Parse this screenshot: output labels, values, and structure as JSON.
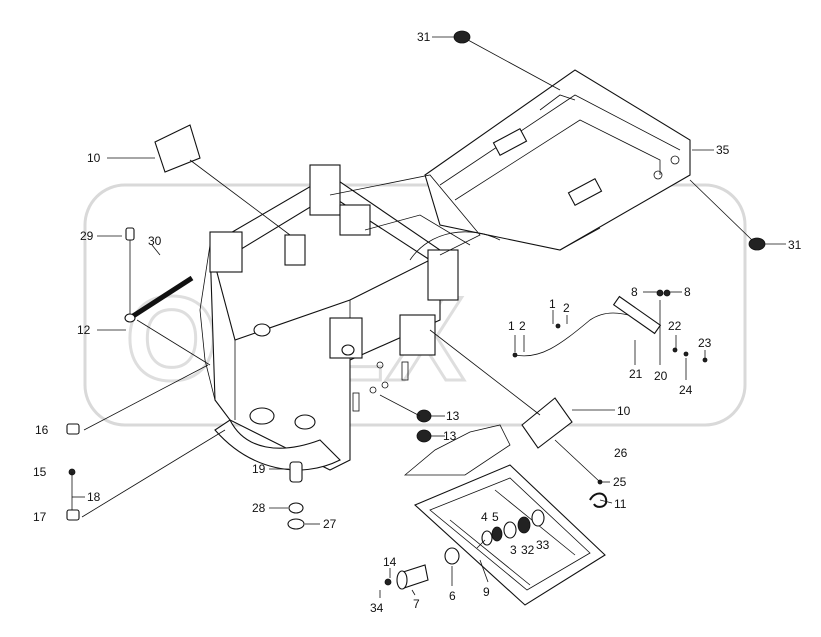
{
  "watermark_text": "OREX",
  "callouts": [
    {
      "id": "c31a",
      "label": "31"
    },
    {
      "id": "c31b",
      "label": "31"
    },
    {
      "id": "c35",
      "label": "35"
    },
    {
      "id": "c10a",
      "label": "10"
    },
    {
      "id": "c10b",
      "label": "10"
    },
    {
      "id": "c29",
      "label": "29"
    },
    {
      "id": "c30",
      "label": "30"
    },
    {
      "id": "c12",
      "label": "12"
    },
    {
      "id": "c16",
      "label": "16"
    },
    {
      "id": "c15",
      "label": "15"
    },
    {
      "id": "c18",
      "label": "18"
    },
    {
      "id": "c17",
      "label": "17"
    },
    {
      "id": "c19",
      "label": "19"
    },
    {
      "id": "c28",
      "label": "28"
    },
    {
      "id": "c27",
      "label": "27"
    },
    {
      "id": "c13a",
      "label": "13"
    },
    {
      "id": "c13b",
      "label": "13"
    },
    {
      "id": "c1a",
      "label": "1"
    },
    {
      "id": "c2a",
      "label": "2"
    },
    {
      "id": "c1b",
      "label": "1"
    },
    {
      "id": "c2b",
      "label": "2"
    },
    {
      "id": "c8a",
      "label": "8"
    },
    {
      "id": "c8b",
      "label": "8"
    },
    {
      "id": "c22",
      "label": "22"
    },
    {
      "id": "c23",
      "label": "23"
    },
    {
      "id": "c20",
      "label": "20"
    },
    {
      "id": "c24",
      "label": "24"
    },
    {
      "id": "c21",
      "label": "21"
    },
    {
      "id": "c26",
      "label": "26"
    },
    {
      "id": "c25",
      "label": "25"
    },
    {
      "id": "c11",
      "label": "11"
    },
    {
      "id": "c4",
      "label": "4"
    },
    {
      "id": "c5",
      "label": "5"
    },
    {
      "id": "c3",
      "label": "3"
    },
    {
      "id": "c32",
      "label": "32"
    },
    {
      "id": "c33",
      "label": "33"
    },
    {
      "id": "c14",
      "label": "14"
    },
    {
      "id": "c34",
      "label": "34"
    },
    {
      "id": "c7",
      "label": "7"
    },
    {
      "id": "c6",
      "label": "6"
    },
    {
      "id": "c9",
      "label": "9"
    }
  ]
}
